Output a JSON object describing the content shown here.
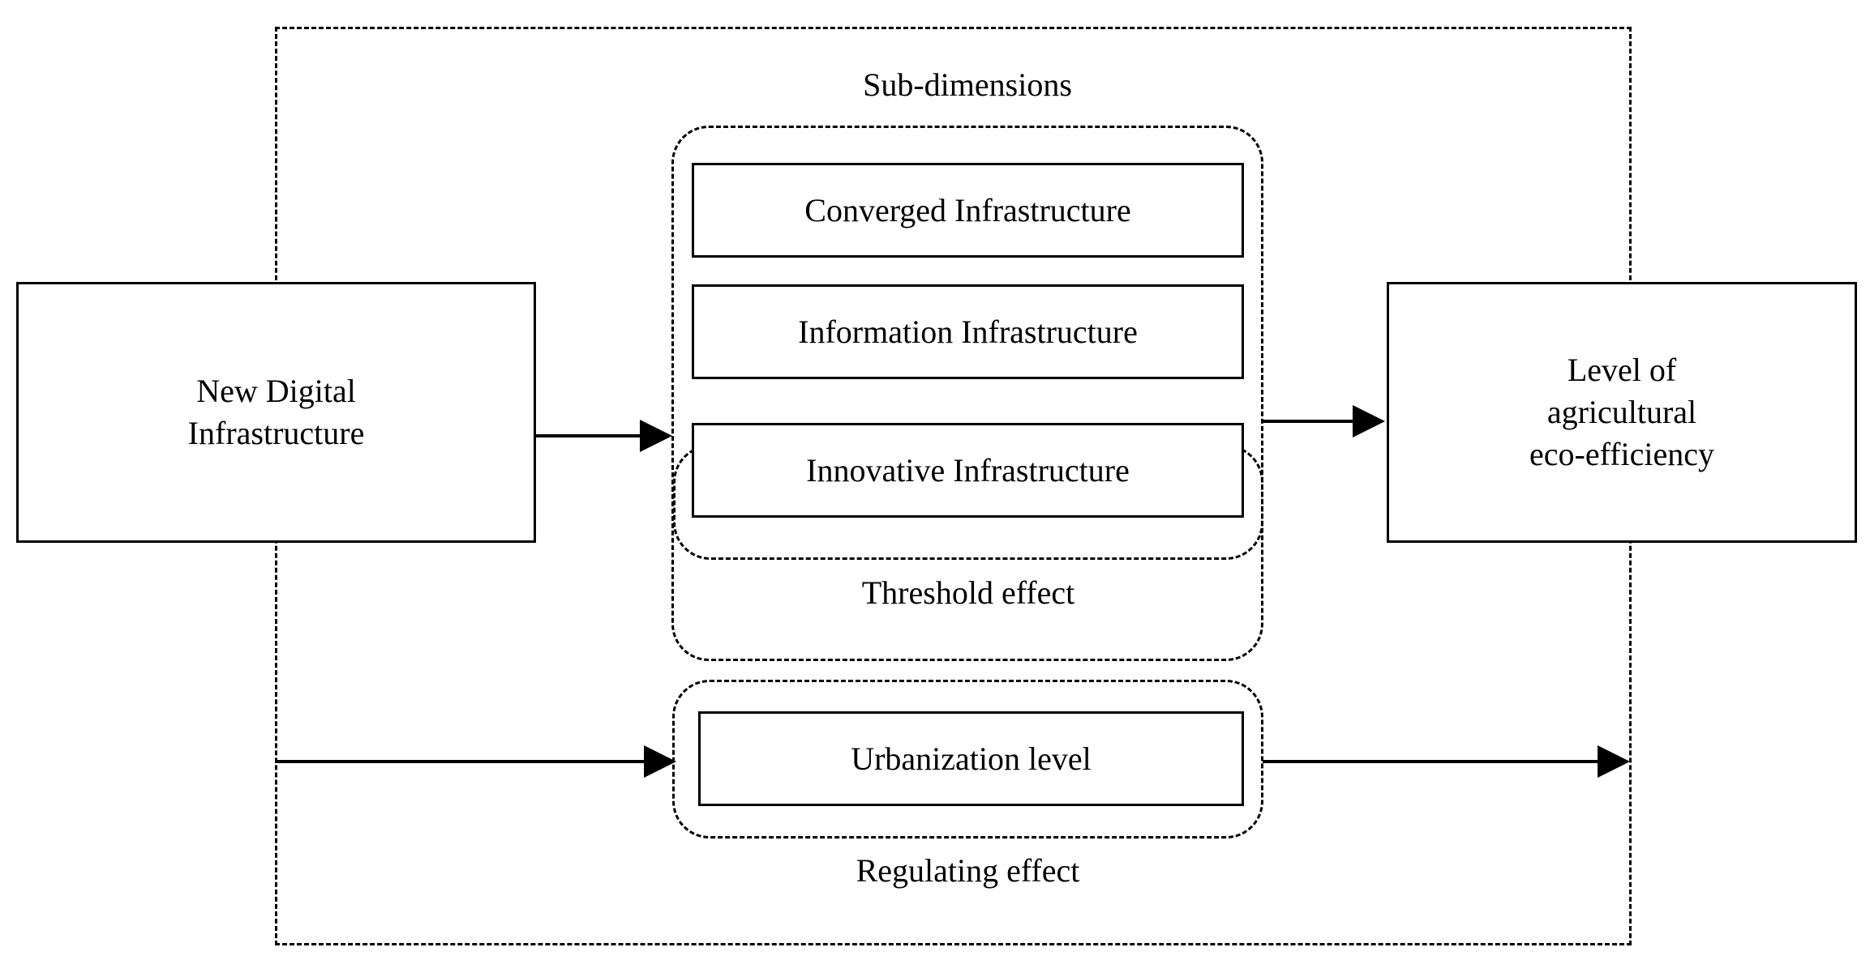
{
  "diagram": {
    "title_caption_top": "Sub-dimensions",
    "nodes": {
      "source": {
        "label_line1": "New Digital",
        "label_line2": "Infrastructure"
      },
      "outcome": {
        "label_line1": "Level of",
        "label_line2": "agricultural",
        "label_line3": "eco-efficiency"
      },
      "sub_dimensions": [
        {
          "label": "Converged Infrastructure"
        },
        {
          "label": "Information Infrastructure"
        },
        {
          "label": "Innovative Infrastructure"
        }
      ],
      "moderator": {
        "label": "Urbanization level"
      }
    },
    "group_captions": {
      "sub_dimensions": "Sub-dimensions",
      "threshold": "Threshold effect",
      "regulating": "Regulating effect"
    },
    "edges": [
      {
        "name": "source-to-subdimensions",
        "style": "solid-arrow"
      },
      {
        "name": "subdimensions-to-outcome",
        "style": "solid-arrow"
      },
      {
        "name": "source-to-moderator",
        "style": "solid-arrow"
      },
      {
        "name": "moderator-to-outcome",
        "style": "solid-arrow"
      }
    ],
    "colors": {
      "stroke": "#000000",
      "background": "#ffffff"
    }
  }
}
